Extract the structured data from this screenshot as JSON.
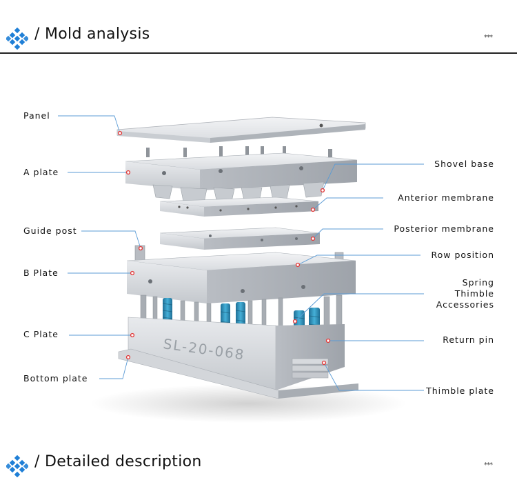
{
  "header_top": {
    "title": "/ Mold analysis",
    "ornament": "***",
    "logo_icon": "blue-dot-grid-icon"
  },
  "header_bottom": {
    "title": "/ Detailed description",
    "ornament": "***",
    "logo_icon": "blue-dot-grid-icon"
  },
  "mold_stamp": "SL-20-068",
  "colors": {
    "accent_blue": "#1f7fd6",
    "leader_line": "#5b9bd5",
    "marker_red": "#e23b3b",
    "spring_blue": "#2a8fb8",
    "rule": "#222222"
  },
  "labels_left": [
    "Panel",
    "A plate",
    "Guide post",
    "B Plate",
    "C Plate",
    "Bottom plate"
  ],
  "labels_right": [
    "Shovel base",
    "Anterior membrane",
    "Posterior membrane",
    "Row position",
    "Spring",
    "Thimble",
    "Accessories",
    "Return pin",
    "Thimble plate"
  ]
}
